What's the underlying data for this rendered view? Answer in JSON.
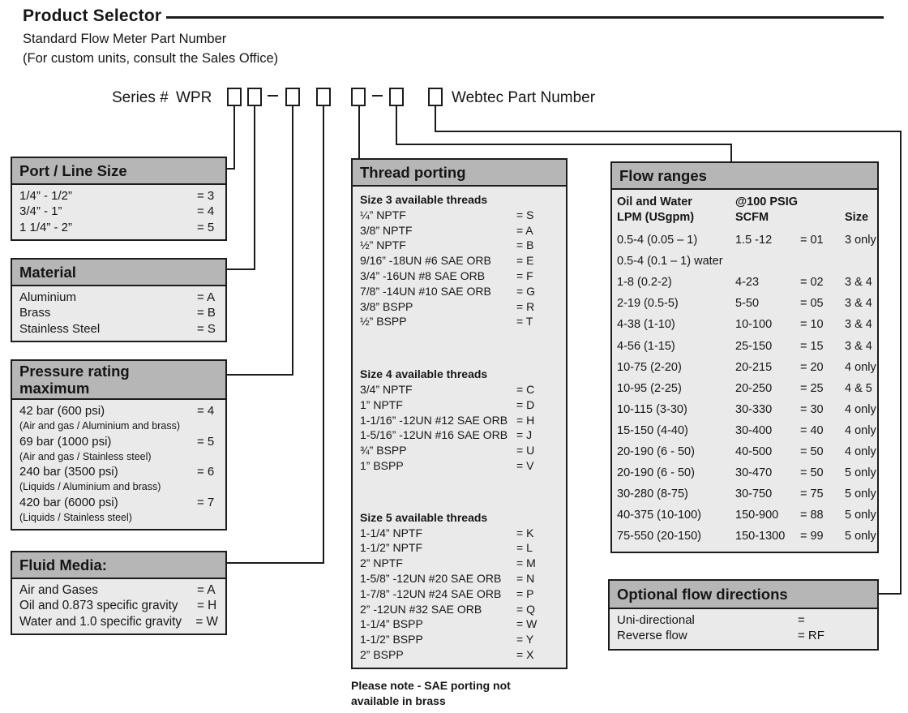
{
  "page": {
    "title": "Product Selector",
    "subtitle_line1": "Standard Flow Meter Part Number",
    "subtitle_line2": "(For custom units, consult the Sales Office)"
  },
  "series_row": {
    "label": "Series #",
    "code": "WPR",
    "part_number_label": "Webtec Part Number"
  },
  "port_line_size": {
    "title": "Port / Line Size",
    "rows": [
      {
        "label": "1/4” - 1/2”",
        "code": "= 3"
      },
      {
        "label": "3/4” - 1”",
        "code": "= 4"
      },
      {
        "label": "1 1/4” - 2”",
        "code": "= 5"
      }
    ]
  },
  "material": {
    "title": "Material",
    "rows": [
      {
        "label": "Aluminium",
        "code": "= A"
      },
      {
        "label": "Brass",
        "code": "= B"
      },
      {
        "label": "Stainless Steel",
        "code": "= S"
      }
    ]
  },
  "pressure_rating": {
    "title_line1": "Pressure rating",
    "title_line2": "maximum",
    "rows": [
      {
        "label": "42 bar (600 psi)",
        "code": "= 4",
        "note": "(Air and gas / Aluminium and brass)"
      },
      {
        "label": "69 bar (1000 psi)",
        "code": "= 5",
        "note": "(Air and gas / Stainless steel)"
      },
      {
        "label": "240 bar (3500 psi)",
        "code": "= 6",
        "note": "(Liquids / Aluminium and brass)"
      },
      {
        "label": "420 bar (6000 psi)",
        "code": "= 7",
        "note": "(Liquids / Stainless steel)"
      }
    ]
  },
  "fluid_media": {
    "title": "Fluid Media:",
    "rows": [
      {
        "label": "Air and Gases",
        "code": "= A"
      },
      {
        "label": "Oil and 0.873 specific gravity",
        "code": "= H"
      },
      {
        "label": "Water and 1.0 specific gravity",
        "code": "= W"
      }
    ]
  },
  "thread_porting": {
    "title": "Thread porting",
    "size3_title": "Size 3 available threads",
    "size3_rows": [
      {
        "label": "¼” NPTF",
        "code": "= S"
      },
      {
        "label": "3/8” NPTF",
        "code": "= A"
      },
      {
        "label": "½” NPTF",
        "code": "= B"
      },
      {
        "label": "9/16” -18UN #6 SAE ORB",
        "code": "= E"
      },
      {
        "label": "3/4” -16UN #8 SAE ORB",
        "code": "= F"
      },
      {
        "label": "7/8” -14UN #10 SAE ORB",
        "code": "= G"
      },
      {
        "label": "3/8” BSPP",
        "code": "= R"
      },
      {
        "label": "½” BSPP",
        "code": "= T"
      }
    ],
    "size4_title": "Size 4 available threads",
    "size4_rows": [
      {
        "label": "3/4” NPTF",
        "code": "= C"
      },
      {
        "label": "1” NPTF",
        "code": "= D"
      },
      {
        "label": "1-1/16” -12UN #12 SAE ORB",
        "code": "= H"
      },
      {
        "label": "1-5/16” -12UN #16 SAE ORB",
        "code": "= J"
      },
      {
        "label": "¾” BSPP",
        "code": "= U"
      },
      {
        "label": "1” BSPP",
        "code": "= V"
      }
    ],
    "size5_title": "Size 5 available threads",
    "size5_rows": [
      {
        "label": "1-1/4” NPTF",
        "code": "= K"
      },
      {
        "label": "1-1/2” NPTF",
        "code": "= L"
      },
      {
        "label": "2” NPTF",
        "code": "= M"
      },
      {
        "label": "1-5/8” -12UN #20 SAE ORB",
        "code": "= N"
      },
      {
        "label": "1-7/8” -12UN #24 SAE ORB",
        "code": "= P"
      },
      {
        "label": "2” -12UN #32 SAE ORB",
        "code": "= Q"
      },
      {
        "label": "1-1/4” BSPP",
        "code": "= W"
      },
      {
        "label": "1-1/2” BSPP",
        "code": "= Y"
      },
      {
        "label": "2” BSPP",
        "code": "= X"
      }
    ],
    "note_line1": "Please note - SAE porting not",
    "note_line2": "available in brass"
  },
  "flow_ranges": {
    "title": "Flow ranges",
    "col1_header_line1": "Oil and Water",
    "col1_header_line2": "LPM (USgpm)",
    "col2_header_line1": "@100 PSIG",
    "col2_header_line2": "SCFM",
    "col4_header": "Size",
    "rows": [
      {
        "lpm": "0.5-4 (0.05 – 1)",
        "scfm": "1.5 -12",
        "code": "= 01",
        "size": "3 only"
      },
      {
        "lpm": "0.5-4 (0.1 – 1) water",
        "scfm": "",
        "code": "",
        "size": ""
      },
      {
        "lpm": "1-8 (0.2-2)",
        "scfm": "4-23",
        "code": "= 02",
        "size": "3 & 4"
      },
      {
        "lpm": "2-19 (0.5-5)",
        "scfm": "5-50",
        "code": "= 05",
        "size": "3 & 4"
      },
      {
        "lpm": "4-38 (1-10)",
        "scfm": "10-100",
        "code": "= 10",
        "size": "3 & 4"
      },
      {
        "lpm": "4-56 (1-15)",
        "scfm": "25-150",
        "code": "= 15",
        "size": "3 & 4"
      },
      {
        "lpm": "10-75 (2-20)",
        "scfm": "20-215",
        "code": "= 20",
        "size": "4 only"
      },
      {
        "lpm": "10-95 (2-25)",
        "scfm": "20-250",
        "code": "= 25",
        "size": "4 & 5"
      },
      {
        "lpm": "10-115 (3-30)",
        "scfm": "30-330",
        "code": "= 30",
        "size": "4 only"
      },
      {
        "lpm": "15-150 (4-40)",
        "scfm": "30-400",
        "code": "= 40",
        "size": "4 only"
      },
      {
        "lpm": "20-190 (6 - 50)",
        "scfm": "40-500",
        "code": "= 50",
        "size": "4 only"
      },
      {
        "lpm": "20-190 (6 - 50)",
        "scfm": "30-470",
        "code": "= 50",
        "size": "5 only"
      },
      {
        "lpm": "30-280 (8-75)",
        "scfm": "30-750",
        "code": "= 75",
        "size": "5 only"
      },
      {
        "lpm": "40-375 (10-100)",
        "scfm": "150-900",
        "code": "= 88",
        "size": "5 only"
      },
      {
        "lpm": "75-550 (20-150)",
        "scfm": "150-1300",
        "code": "= 99",
        "size": "5 only"
      }
    ]
  },
  "optional_flow": {
    "title": "Optional flow directions",
    "rows": [
      {
        "label": "Uni-directional",
        "code": "="
      },
      {
        "label": "Reverse flow",
        "code": "= RF"
      }
    ]
  },
  "colors": {
    "header_bg": "#b5b6b5",
    "body_bg": "#e9eae9",
    "line": "#1c1c1c"
  }
}
